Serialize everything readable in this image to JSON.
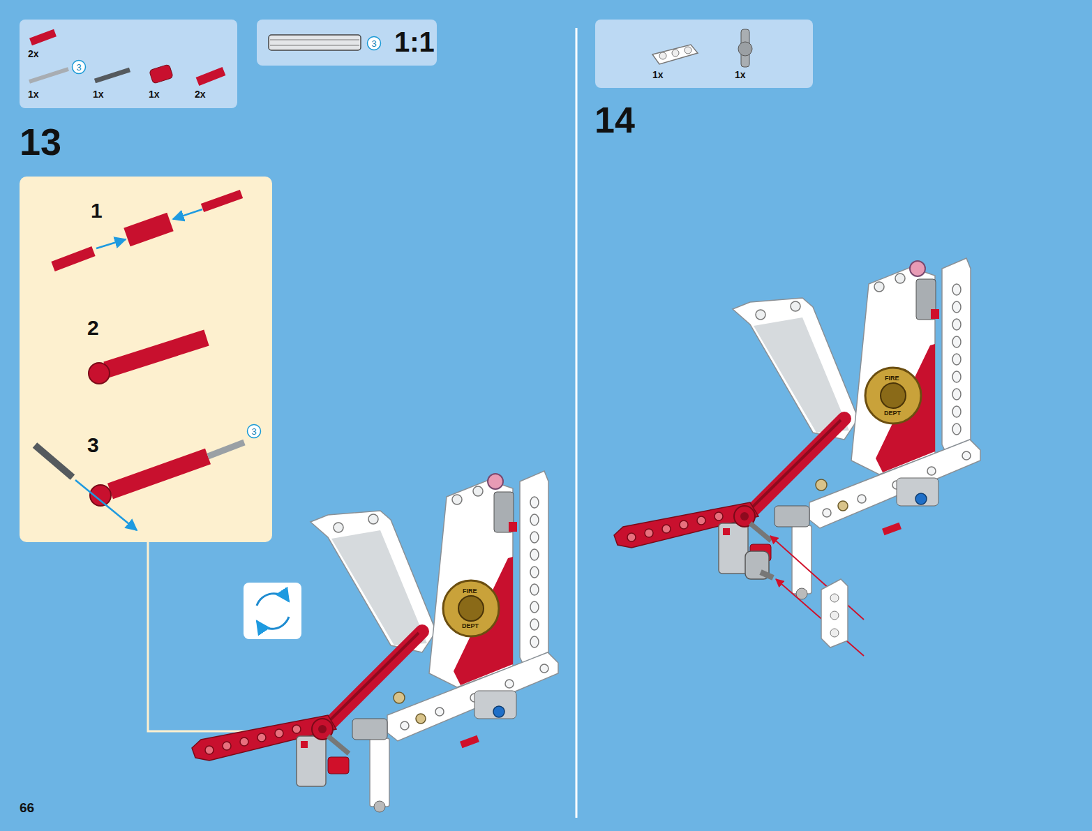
{
  "diagram": {
    "nodes": [
      {
        "text": [
          "2x",
          "1x",
          "1x",
          "1x",
          "2x"
        ]
      },
      {
        "text": [
          "3"
        ],
        "in": 0
      },
      {
        "text": [
          "1:1"
        ]
      },
      {
        "text": [
          "3"
        ],
        "in": 2
      },
      {
        "text": [
          "1",
          "2",
          "3"
        ]
      },
      {
        "text": [
          "3"
        ],
        "in": 4
      },
      {
        "text": [
          "1x",
          "1x"
        ]
      }
    ],
    "labels": [
      "13",
      "14",
      "66",
      "FIRE",
      "DEPT",
      "FIRE",
      "DEPT"
    ]
  }
}
